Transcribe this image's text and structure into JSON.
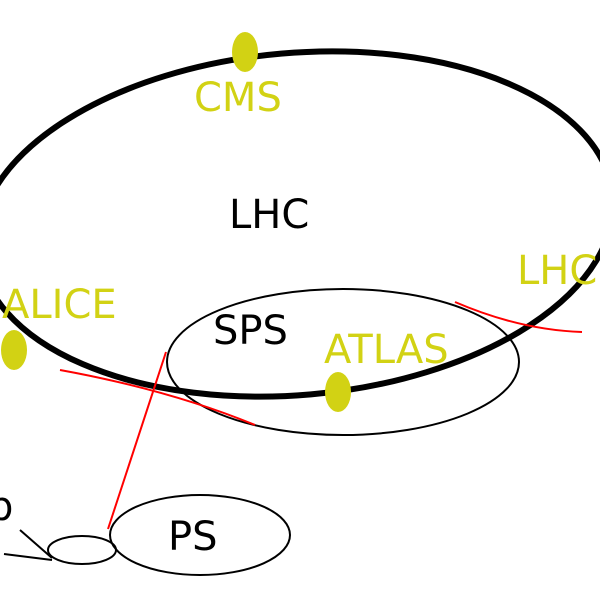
{
  "colors": {
    "detector": "#d2d214",
    "ring": "#000000",
    "transfer": "#ff0000"
  },
  "rings": {
    "lhc": "LHC",
    "sps": "SPS",
    "ps": "PS"
  },
  "detectors": {
    "cms": "CMS",
    "alice": "ALICE",
    "atlas": "ATLAS",
    "lhcb": "LHC"
  },
  "source": {
    "label": "p"
  }
}
